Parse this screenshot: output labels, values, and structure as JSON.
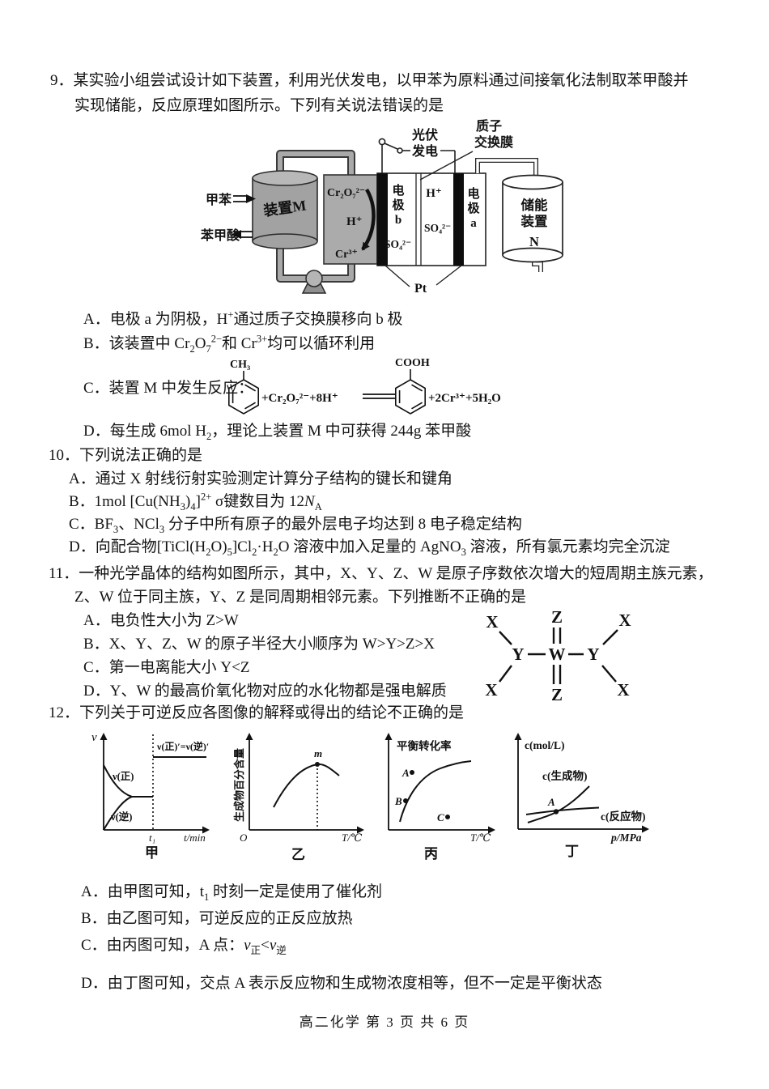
{
  "footer": "高二化学  第 3 页  共 6 页",
  "q9": {
    "num": "9．",
    "stem1": "某实验小组尝试设计如下装置，利用光伏发电，以甲苯为原料通过间接氧化法制取苯甲酸并",
    "stem2": "实现储能，反应原理如图所示。下列有关说法错误的是",
    "diagram": {
      "toluene": "甲苯",
      "benzoic": "苯甲酸",
      "device_m": "装置M",
      "cr2o7": "Cr₂O₇²⁻",
      "h_plus": "H⁺",
      "cr3": "Cr³⁺",
      "elec_b_1": "电",
      "elec_b_2": "极",
      "elec_b_3": "b",
      "so4_left": "SO₄²⁻",
      "h_plus_mid": "H⁺",
      "so4_mid": "SO₄²⁻",
      "elec_a_1": "电",
      "elec_a_2": "极",
      "elec_a_3": "a",
      "pv_1": "光伏",
      "pv_2": "发电",
      "membrane_1": "质子",
      "membrane_2": "交换膜",
      "storage_1": "储能",
      "storage_2": "装置",
      "storage_3": "N",
      "pt": "Pt"
    },
    "optA": "A．电极 a 为阴极，H<sup>+</sup>通过质子交换膜移向 b 极",
    "optB": "B．该装置中 Cr<sub>2</sub>O<sub>7</sub><sup>2−</sup>和 Cr<sup>3+</sup>均可以循环利用",
    "optC_label": "C．装置 M 中发生反应：",
    "optC_eq": {
      "ch3": "CH₃",
      "mid": "+Cr₂O₇²⁻+8H⁺",
      "cooh": "COOH",
      "right": "+2Cr³⁺+5H₂O"
    },
    "optD": "D．每生成 6mol H<sub>2</sub>，理论上装置 M 中可获得 244g 苯甲酸"
  },
  "q10": {
    "num": "10．",
    "stem": "下列说法正确的是",
    "optA": "A．通过 X 射线衍射实验测定计算分子结构的键长和键角",
    "optB": "B．1mol [Cu(NH<sub>3</sub>)<sub>4</sub>]<sup>2+</sup> σ键数目为 12<i>N</i><sub>A</sub>",
    "optC": "C．BF<sub>3</sub>、NCl<sub>3</sub> 分子中所有原子的最外层电子均达到 8 电子稳定结构",
    "optD": "D．向配合物[TiCl(H<sub>2</sub>O)<sub>5</sub>]Cl<sub>2</sub>·H<sub>2</sub>O 溶液中加入足量的 AgNO<sub>3</sub> 溶液，所有氯元素均完全沉淀"
  },
  "q11": {
    "num": "11．",
    "stem1": "一种光学晶体的结构如图所示，其中，X、Y、Z、W 是原子序数依次增大的短周期主族元素，",
    "stem2": "Z、W 位于同主族，Y、Z 是同周期相邻元素。下列推断不正确的是",
    "optA": "A．电负性大小为 Z&gt;W",
    "optB": "B．X、Y、Z、W 的原子半径大小顺序为 W&gt;Y&gt;Z&gt;X",
    "optC": "C．第一电离能大小 Y&lt;Z",
    "optD": "D．Y、W 的最高价氧化物对应的水化物都是强电解质",
    "mol": {
      "x_tl": "X",
      "x_bl": "X",
      "x_tr": "X",
      "x_br": "X",
      "z_top": "Z",
      "z_bot": "Z",
      "y_l": "Y",
      "y_r": "Y",
      "w": "W"
    }
  },
  "q12": {
    "num": "12．",
    "stem": "下列关于可逆反应各图像的解释或得出的结论不正确的是",
    "graphs": {
      "jia": {
        "y": "ν",
        "upper": "ν(正)",
        "lower": "ν(逆)",
        "after": "ν(正)′=ν(逆)′",
        "t1": "t₁",
        "x": "t/min",
        "cap": "甲"
      },
      "yi": {
        "y": "生成物百分含量",
        "m": "m",
        "o": "O",
        "x": "T/℃",
        "cap": "乙"
      },
      "bing": {
        "y": "平衡转化率",
        "a": "A",
        "b": "B",
        "c": "C",
        "x": "T/℃",
        "cap": "丙"
      },
      "ding": {
        "y": "c(mol/L)",
        "prod": "c(生成物)",
        "react": "c(反应物)",
        "a": "A",
        "x": "p/MPa",
        "cap": "丁"
      }
    },
    "optA": "A．由甲图可知，t<sub>1</sub> 时刻一定是使用了催化剂",
    "optB": "B．由乙图可知，可逆反应的正反应放热",
    "optC": "C．由丙图可知，A 点：<i>v</i><sub>正</sub>&lt;<i>v</i><sub>逆</sub>",
    "optD": "D．由丁图可知，交点 A 表示反应物和生成物浓度相等，但不一定是平衡状态"
  }
}
